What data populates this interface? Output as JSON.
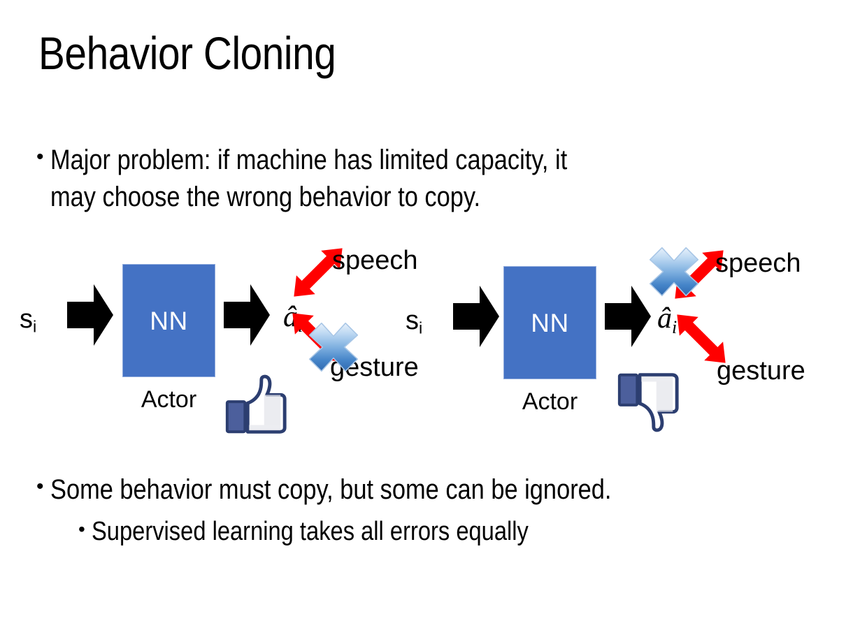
{
  "slide": {
    "title": "Behavior Cloning",
    "background_color": "#FFFFFF"
  },
  "bullets": {
    "top": {
      "marker": "•",
      "text": "Major problem: if machine has limited capacity, it\nmay choose the wrong behavior to copy."
    },
    "bottom_primary": {
      "marker": "•",
      "text": "Some behavior must copy, but some can be ignored."
    },
    "bottom_sub": {
      "marker": "•",
      "text": "Supervised learning takes all errors equally"
    }
  },
  "colors": {
    "nn_box_fill": "#4472C4",
    "nn_box_border": "#8FAADC",
    "nn_label": "#FFFFFF",
    "arrow_black": "#000000",
    "arrow_red": "#FF0000",
    "cross_blue_light": "#CFE2F7",
    "cross_blue_mid": "#6FA8DC",
    "cross_blue_dark": "#2E6DB4",
    "thumb_outline": "#3B5998",
    "thumb_cuff": "#4C5F9C",
    "thumb_fill": "#FFFFFF",
    "thumb_shade": "#E4E6EB",
    "text": "#000000"
  },
  "diagrams": [
    {
      "id": "behavior-cloning-correct",
      "state_symbol": "s",
      "state_subscript": "i",
      "network_label": "NN",
      "network_caption": "Actor",
      "action_symbol": "â",
      "action_subscript": "i",
      "output_upper": "speech",
      "output_lower": "gesture",
      "crossed_output": "gesture",
      "feedback_icon": "thumbs-up-icon",
      "feedback_sentiment": "positive"
    },
    {
      "id": "behavior-cloning-wrong",
      "state_symbol": "s",
      "state_subscript": "i",
      "network_label": "NN",
      "network_caption": "Actor",
      "action_symbol": "â",
      "action_subscript": "i",
      "output_upper": "speech",
      "output_lower": "gesture",
      "crossed_output": "speech",
      "feedback_icon": "thumbs-down-icon",
      "feedback_sentiment": "negative"
    }
  ]
}
